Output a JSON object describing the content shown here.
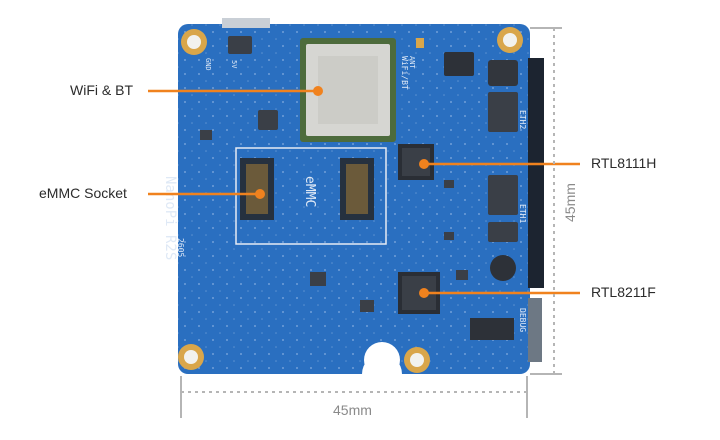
{
  "callouts": [
    {
      "label": "WiFi & BT"
    },
    {
      "label": "eMMC Socket"
    },
    {
      "label": "RTL8111H"
    },
    {
      "label": "RTL8211F"
    }
  ],
  "dimensions": {
    "width": "45mm",
    "height": "45mm"
  },
  "silkscreen": {
    "board_name": "NanoPi R2S",
    "board_code": "2605",
    "emmc": "eMMC",
    "wifi": "WiFi/BT",
    "ant": "ANT",
    "eth1": "ETH1",
    "eth2": "ETH2",
    "debug": "DEBUG",
    "gnd": "GND",
    "v5": "5V"
  },
  "colors": {
    "board": "#2a6fc0",
    "board_dark": "#1f5aa3",
    "callout": "#f0821e",
    "dimension": "#b5b5b5",
    "pad_gold": "#d9a64a"
  }
}
